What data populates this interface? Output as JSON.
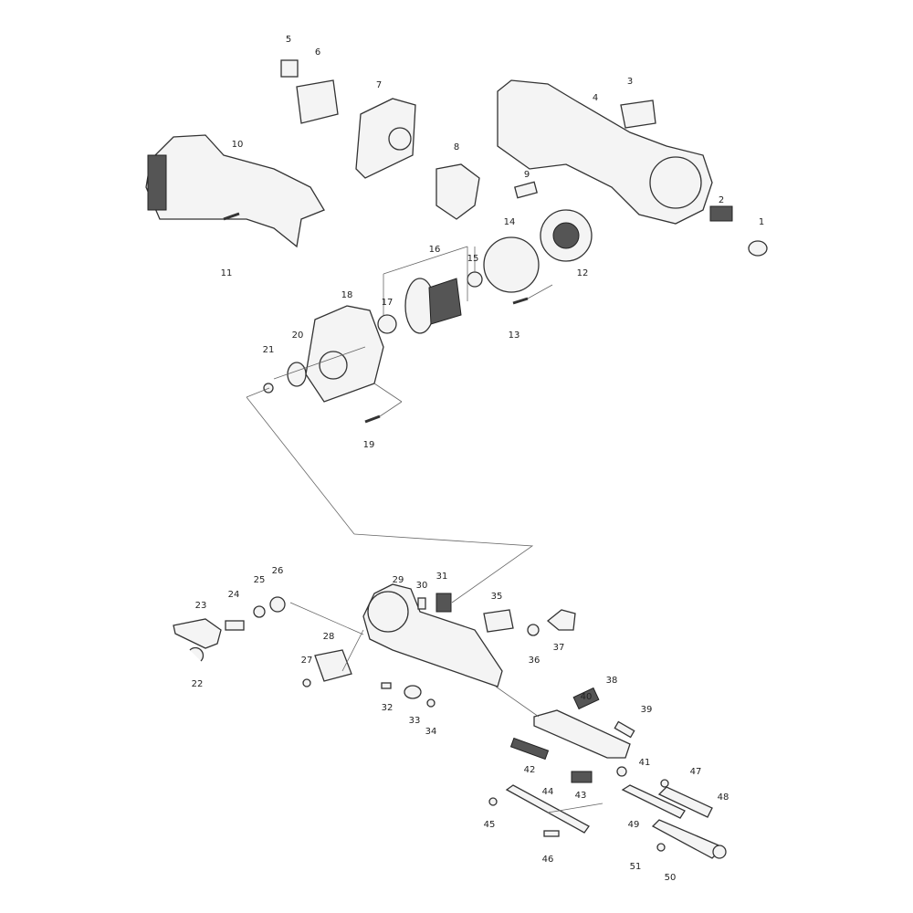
{
  "diagram": {
    "type": "exploded-parts-diagram",
    "part_numbers": [
      "1",
      "2",
      "3",
      "4",
      "5",
      "6",
      "7",
      "8",
      "9",
      "10",
      "11",
      "12",
      "13",
      "14",
      "15",
      "16",
      "17",
      "18",
      "19",
      "20",
      "21",
      "22",
      "23",
      "24",
      "25",
      "26",
      "27",
      "28",
      "29",
      "30",
      "31",
      "32",
      "33",
      "34",
      "35",
      "36",
      "37",
      "38",
      "39",
      "40",
      "41",
      "42",
      "43",
      "44",
      "45",
      "46",
      "47",
      "48",
      "49",
      "50",
      "51"
    ]
  }
}
